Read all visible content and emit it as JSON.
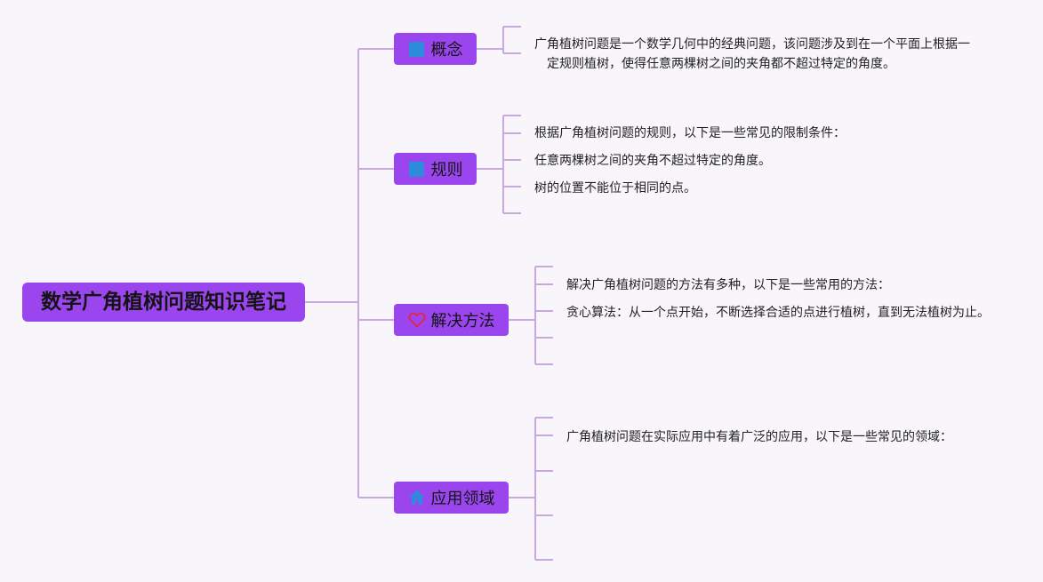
{
  "root": {
    "title": "数学广角植树问题知识笔记"
  },
  "branches": [
    {
      "label": "概念",
      "icon": "blue-square-icon",
      "items": [
        "广角植树问题是一个数学几何中的经典问题，该问题涉及到在一个平面上根据一",
        "定规则植树，使得任意两棵树之间的夹角都不超过特定的角度。"
      ]
    },
    {
      "label": "规则",
      "icon": "blue-square-icon",
      "items": [
        "根据广角植树问题的规则，以下是一些常见的限制条件：",
        "任意两棵树之间的夹角不超过特定的角度。",
        "树的位置不能位于相同的点。"
      ]
    },
    {
      "label": "解决方法",
      "icon": "heart-icon",
      "items": [
        "解决广角植树问题的方法有多种，以下是一些常用的方法：",
        "贪心算法：从一个点开始，不断选择合适的点进行植树，直到无法植树为止。"
      ]
    },
    {
      "label": "应用领域",
      "icon": "house-icon",
      "items": [
        "广角植树问题在实际应用中有着广泛的应用，以下是一些常见的领域："
      ]
    }
  ],
  "colors": {
    "background": "#f8f5fb",
    "node_fill": "#9b45ee",
    "connector": "#c9a8df",
    "square_icon": "#2d8bdb",
    "heart_icon": "#e8253c",
    "house_icon": "#2d8bdb"
  }
}
